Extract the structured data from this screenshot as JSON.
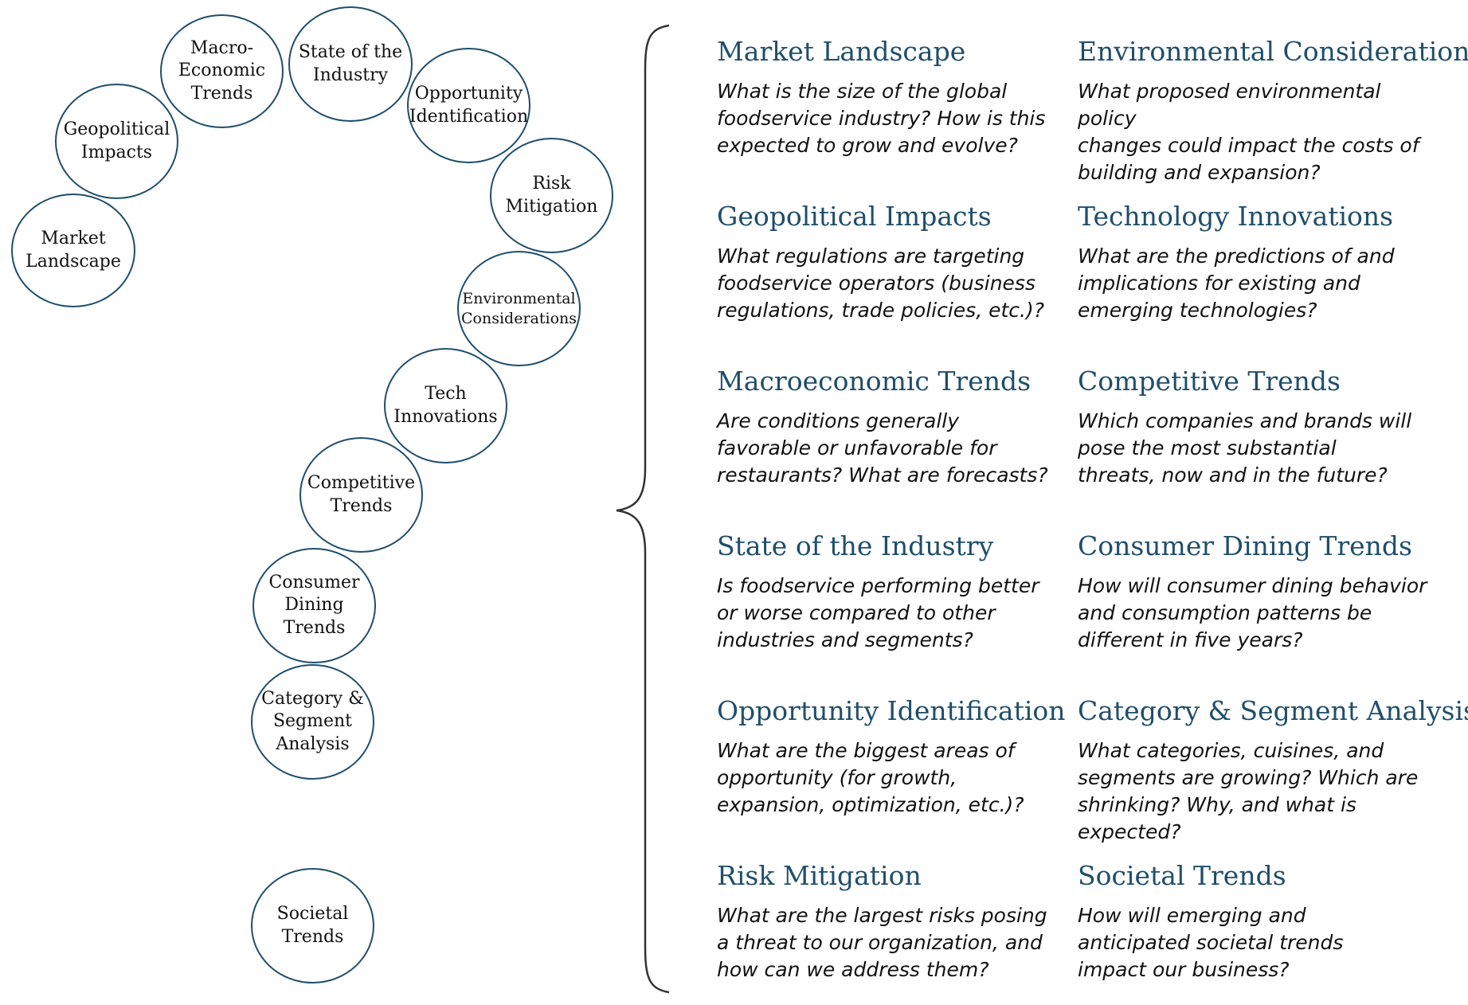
{
  "colors": {
    "accent": "#1f4e6b",
    "text": "#111111"
  },
  "circles": [
    {
      "id": "market-landscape",
      "label": "Market\nLandscape"
    },
    {
      "id": "geopolitical-impacts",
      "label": "Geopolitical\nImpacts"
    },
    {
      "id": "macro-economic-trends",
      "label": "Macro-\nEconomic\nTrends"
    },
    {
      "id": "state-of-the-industry",
      "label": "State of the\nIndustry"
    },
    {
      "id": "opportunity-identification",
      "label": "Opportunity\nIdentification"
    },
    {
      "id": "risk-mitigation",
      "label": "Risk\nMitigation"
    },
    {
      "id": "environmental-considerations",
      "label": "Environmental\nConsiderations"
    },
    {
      "id": "tech-innovations",
      "label": "Tech\nInnovations"
    },
    {
      "id": "competitive-trends",
      "label": "Competitive\nTrends"
    },
    {
      "id": "consumer-dining-trends",
      "label": "Consumer\nDining\nTrends"
    },
    {
      "id": "category-segment-analysis",
      "label": "Category &\nSegment\nAnalysis"
    },
    {
      "id": "societal-trends",
      "label": "Societal\nTrends"
    }
  ],
  "topics": {
    "left": [
      {
        "title": "Market Landscape",
        "question": "What is the size of the global\nfoodservice industry? How is this\nexpected to grow and evolve?"
      },
      {
        "title": "Geopolitical Impacts",
        "question": "What regulations are targeting\nfoodservice operators (business\nregulations, trade policies, etc.)?"
      },
      {
        "title": "Macroeconomic Trends",
        "question": "Are conditions generally\nfavorable or unfavorable for\nrestaurants? What are forecasts?"
      },
      {
        "title": "State of the Industry",
        "question": "Is foodservice performing better\nor worse compared to other\nindustries and segments?"
      },
      {
        "title": "Opportunity Identification",
        "question": "What are the biggest areas of\nopportunity (for growth,\nexpansion, optimization, etc.)?"
      },
      {
        "title": "Risk Mitigation",
        "question": "What are the largest risks posing\na threat to our organization, and\nhow can we address them?"
      }
    ],
    "right": [
      {
        "title": "Environmental Considerations",
        "question": "What proposed environmental policy\nchanges could impact the costs of\nbuilding and expansion?"
      },
      {
        "title": "Technology Innovations",
        "question": "What are the predictions of and\nimplications for existing and\nemerging technologies?"
      },
      {
        "title": "Competitive Trends",
        "question": "Which companies and brands will\npose the most substantial\nthreats, now and in the future?"
      },
      {
        "title": "Consumer Dining Trends",
        "question": "How will consumer dining behavior\nand consumption patterns be\ndifferent in five years?"
      },
      {
        "title": "Category & Segment Analysis",
        "question": "What categories, cuisines, and\nsegments are growing? Which are\nshrinking? Why, and what is expected?"
      },
      {
        "title": "Societal Trends",
        "question": "How will emerging and\nanticipated societal trends\nimpact our business?"
      }
    ]
  }
}
